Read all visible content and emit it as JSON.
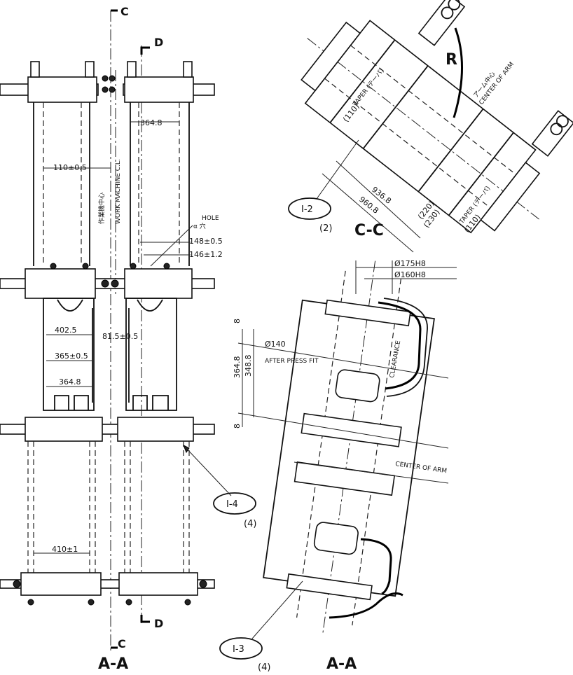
{
  "section_markers": {
    "c_top": "C",
    "c_bottom": "C",
    "d_top": "D",
    "d_bottom": "D"
  },
  "left_view": {
    "title": "A-A",
    "work_machine_cl": "WORK MACHINE C.L.",
    "work_machine_cl_jp": "作業機中心",
    "hole_label": "HOLE",
    "hole_jp": "α 穴",
    "dims": {
      "d364_top": "364.8",
      "d110": "110±0.5",
      "d148": "148±0.5",
      "d146": "146±1.2",
      "d402": "402.5",
      "d81": "81.5±0.5",
      "d365": "365±0.5",
      "d364_mid": "364.8",
      "d410": "410±1"
    },
    "callout_i4": {
      "label": "I-4",
      "note": "(4)"
    }
  },
  "cc_view": {
    "title": "C-C",
    "r_label": "R",
    "center_of_arm": "CENTER OF ARM",
    "center_jp": "アーム中心",
    "taper1": "TAPER (テーパ)",
    "d110a": "(110)",
    "d936": "936.8",
    "d960": "960.8",
    "d220": "(220)",
    "d230": "(230)",
    "taper2": "TAPER (テーパ)",
    "d110b": "(110)",
    "callout_i2": {
      "label": "I-2",
      "note": "(2)"
    }
  },
  "right_view": {
    "title": "A-A",
    "dia175": "Ø175H8",
    "dia160": "Ø160H8",
    "dia140": "Ø140",
    "after_press_fit": "AFTER PRESS FIT",
    "d364": "364.8",
    "d348": "348.8",
    "d8a": "8",
    "d8b": "8",
    "clearance": "CLEARANCE",
    "center_of_arm": "CENTER OF ARM",
    "callout_i3": {
      "label": "I-3",
      "note": "(4)"
    }
  }
}
